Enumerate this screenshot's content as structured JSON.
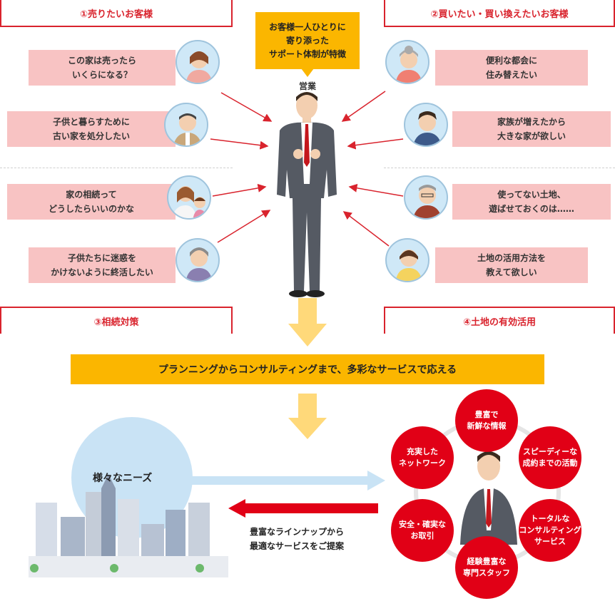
{
  "sections": {
    "s1": "①売りたいお客様",
    "s2": "②買いたい・買い換えたいお客様",
    "s3": "③相続対策",
    "s4": "④土地の有効活用"
  },
  "bubbles": {
    "b1": "この家は売ったら\nいくらになる？",
    "b2": "子供と暮らすために\n古い家を処分したい",
    "b3": "家の相続って\nどうしたらいいのかな",
    "b4": "子供たちに迷惑を\nかけないように終活したい",
    "b5": "便利な都会に\n住み替えたい",
    "b6": "家族が増えたから\n大きな家が欲しい",
    "b7": "使ってない土地、\n遊ばせておくのは……",
    "b8": "土地の活用方法を\n教えて欲しい"
  },
  "callout": "お客様一人ひとりに\n寄り添った\nサポート体制が特徴",
  "sales_label": "営業",
  "banner": "プランニングからコンサルティングまで、多彩なサービスで応える",
  "needs_label": "様々なニーズ",
  "proposal_text": "豊富なラインナップから\n最適なサービスをご提案",
  "features": {
    "f1": "豊富で\n新鮮な情報",
    "f2": "スピーディーな\n成約までの活動",
    "f3": "トータルな\nコンサルティング\nサービス",
    "f4": "経験豊富な\n専門スタッフ",
    "f5": "安全・確実な\nお取引",
    "f6": "充実した\nネットワーク"
  },
  "colors": {
    "accent_red": "#d9232d",
    "bubble_pink": "#f8c3c3",
    "banner_yellow": "#fbb600",
    "circle_red": "#e10016",
    "arrow_light_yellow": "#ffd97a",
    "needs_blue": "#c9e3f5"
  }
}
